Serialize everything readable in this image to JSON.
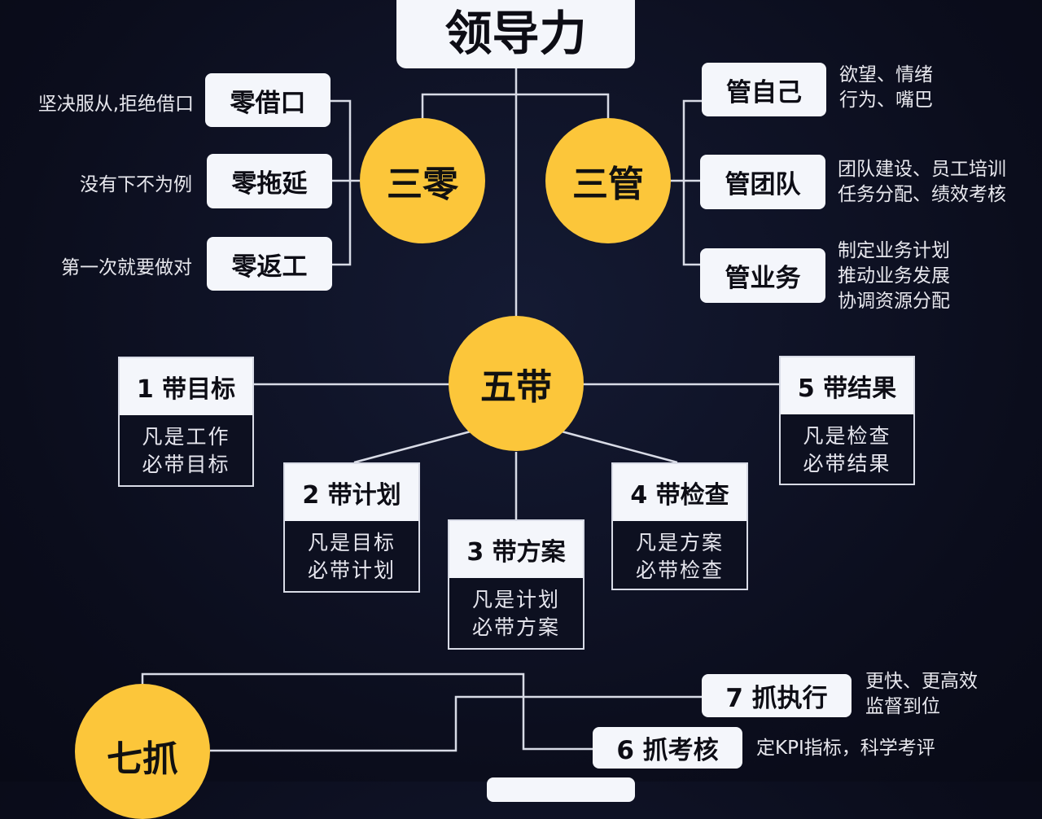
{
  "title": "领导力",
  "san_ling": {
    "label": "三零",
    "items": [
      {
        "label": "零借口",
        "desc": "坚决服从,拒绝借口"
      },
      {
        "label": "零拖延",
        "desc": "没有下不为例"
      },
      {
        "label": "零返工",
        "desc": "第一次就要做对"
      }
    ]
  },
  "san_guan": {
    "label": "三管",
    "items": [
      {
        "label": "管自己",
        "desc": [
          "欲望、情绪",
          "行为、嘴巴"
        ]
      },
      {
        "label": "管团队",
        "desc": [
          "团队建设、员工培训",
          "任务分配、绩效考核"
        ]
      },
      {
        "label": "管业务",
        "desc": [
          "制定业务计划",
          "推动业务发展",
          "协调资源分配"
        ]
      }
    ]
  },
  "wu_dai": {
    "label": "五带",
    "items": [
      {
        "label": "1 带目标",
        "desc": [
          "凡是工作",
          "必带目标"
        ]
      },
      {
        "label": "2 带计划",
        "desc": [
          "凡是目标",
          "必带计划"
        ]
      },
      {
        "label": "3 带方案",
        "desc": [
          "凡是计划",
          "必带方案"
        ]
      },
      {
        "label": "4 带检查",
        "desc": [
          "凡是方案",
          "必带检查"
        ]
      },
      {
        "label": "5 带结果",
        "desc": [
          "凡是检查",
          "必带结果"
        ]
      }
    ]
  },
  "qi_zhua": {
    "label": "七抓",
    "items": [
      {
        "label": "7 抓执行",
        "desc": [
          "更快、更高效",
          "监督到位"
        ]
      },
      {
        "label": "6 抓考核",
        "desc": [
          "定KPI指标，科学考评"
        ]
      }
    ]
  },
  "colors": {
    "accent": "#fcc63a",
    "background": "#0b0d1c",
    "box": "#f4f6fb"
  }
}
